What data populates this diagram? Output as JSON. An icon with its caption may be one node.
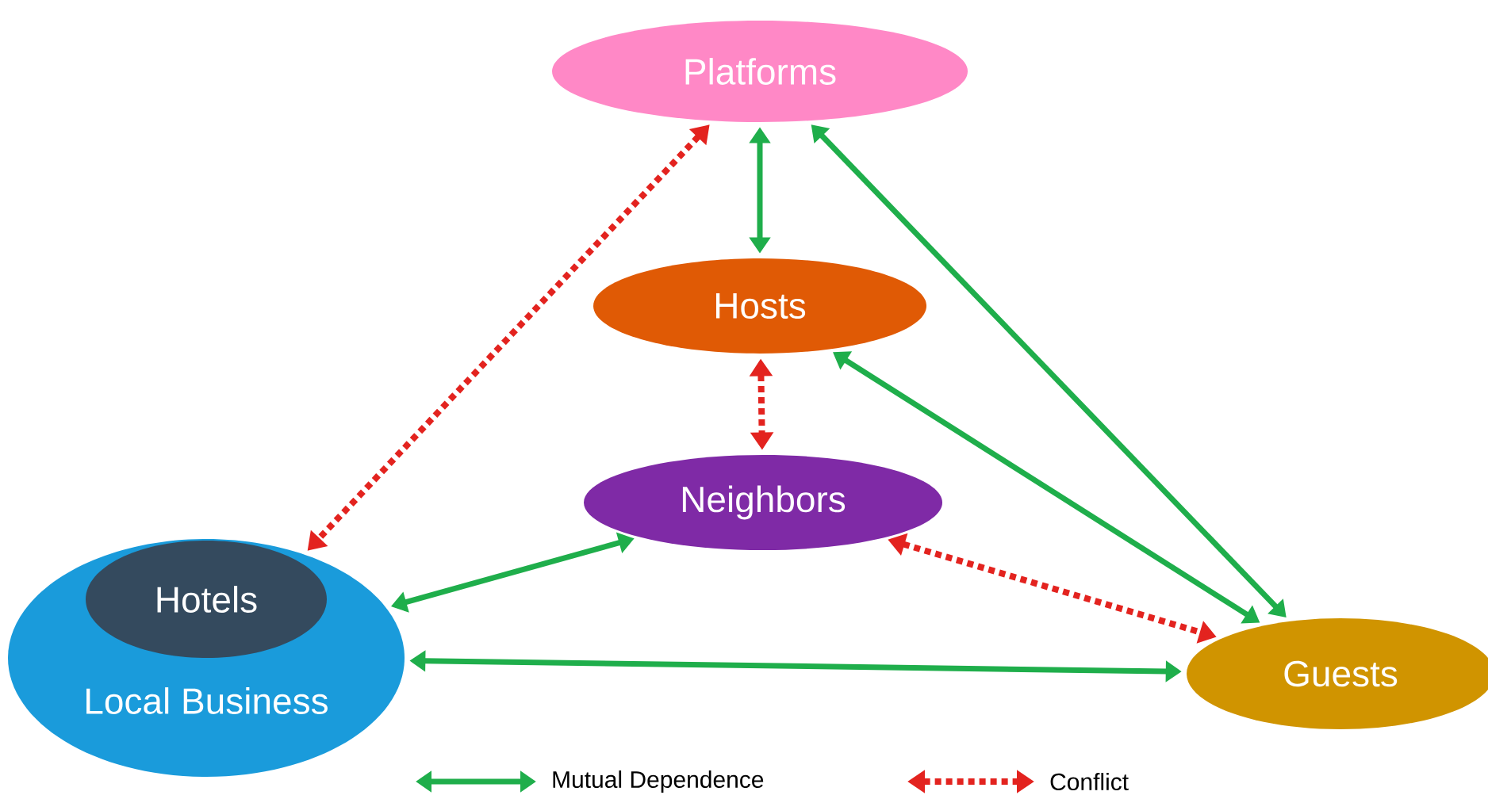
{
  "diagram": {
    "nodes": [
      {
        "text": [
          "Platforms"
        ]
      },
      {
        "text": [
          "Hosts"
        ]
      },
      {
        "text": [
          "Neighbors"
        ]
      },
      {
        "text": [
          "Local Business"
        ]
      },
      {
        "text": [
          "Hotels"
        ],
        "in": 3
      },
      {
        "text": [
          "Guests"
        ]
      }
    ],
    "edges": [
      {
        "from": 0,
        "to": 1,
        "arrow": "both"
      },
      {
        "from": 0,
        "to": 3,
        "arrow": "both",
        "style": "dashed",
        "color": "#e3231f"
      },
      {
        "from": 0,
        "to": 5,
        "arrow": "both"
      },
      {
        "from": 1,
        "to": 2,
        "arrow": "both",
        "style": "dashed",
        "color": "#e3231f"
      },
      {
        "from": 1,
        "to": 5,
        "arrow": "both"
      },
      {
        "from": 2,
        "to": 3,
        "arrow": "both"
      },
      {
        "from": 2,
        "to": 5,
        "arrow": "both",
        "style": "dashed",
        "color": "#e3231f"
      },
      {
        "from": 3,
        "to": 5,
        "arrow": "both"
      }
    ],
    "legend": [
      {
        "text": "Mutual Dependence"
      },
      {
        "text": "Conflict"
      }
    ]
  }
}
